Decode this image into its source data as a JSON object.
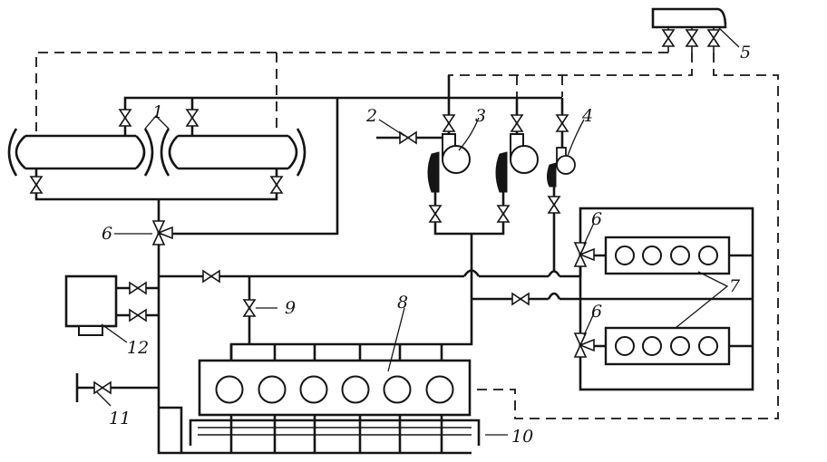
{
  "labels": {
    "boilers": "1",
    "steam_inlet": "2",
    "turbopump_large": "3",
    "turbopump_small": "4",
    "control_console": "5",
    "three_way_valve": "6",
    "three_way_valve_upper": "6",
    "three_way_valve_lower": "6",
    "auxiliary_engines": "7",
    "main_engine": "8",
    "main_valve": "9",
    "drain_manifold": "10",
    "shore_connection": "11",
    "heater": "12"
  },
  "icons": {
    "valve": "valve-icon",
    "three_way_valve": "three-way-valve-icon",
    "cylinder": "cylinder-icon",
    "turbopump": "turbopump-icon"
  },
  "colors": {
    "ink": "#151515",
    "paper": "#ffffff"
  }
}
